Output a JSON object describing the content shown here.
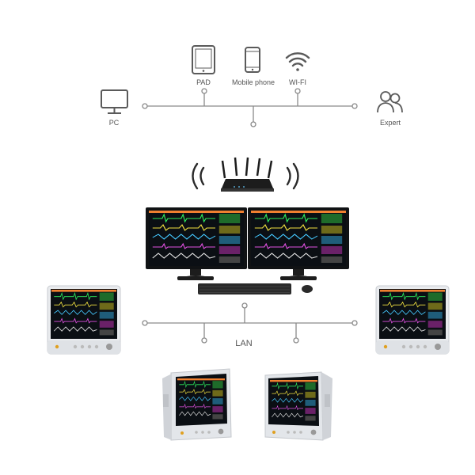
{
  "top_network": {
    "devices": [
      {
        "label": "PAD",
        "icon": "tablet-icon"
      },
      {
        "label": "Mobile phone",
        "icon": "mobile-phone-icon"
      },
      {
        "label": "WI-FI",
        "icon": "wifi-icon"
      },
      {
        "label": "PC",
        "icon": "pc-monitor-icon"
      },
      {
        "label": "Expert",
        "icon": "users-icon"
      }
    ]
  },
  "lan_network": {
    "label": "LAN"
  },
  "colors": {
    "line": "#8a8a8a",
    "icon_stroke": "#5a5a5a",
    "screen_bg": "#0b0f14",
    "device_body": "#e9ebee",
    "router": "#1c1c1c"
  }
}
